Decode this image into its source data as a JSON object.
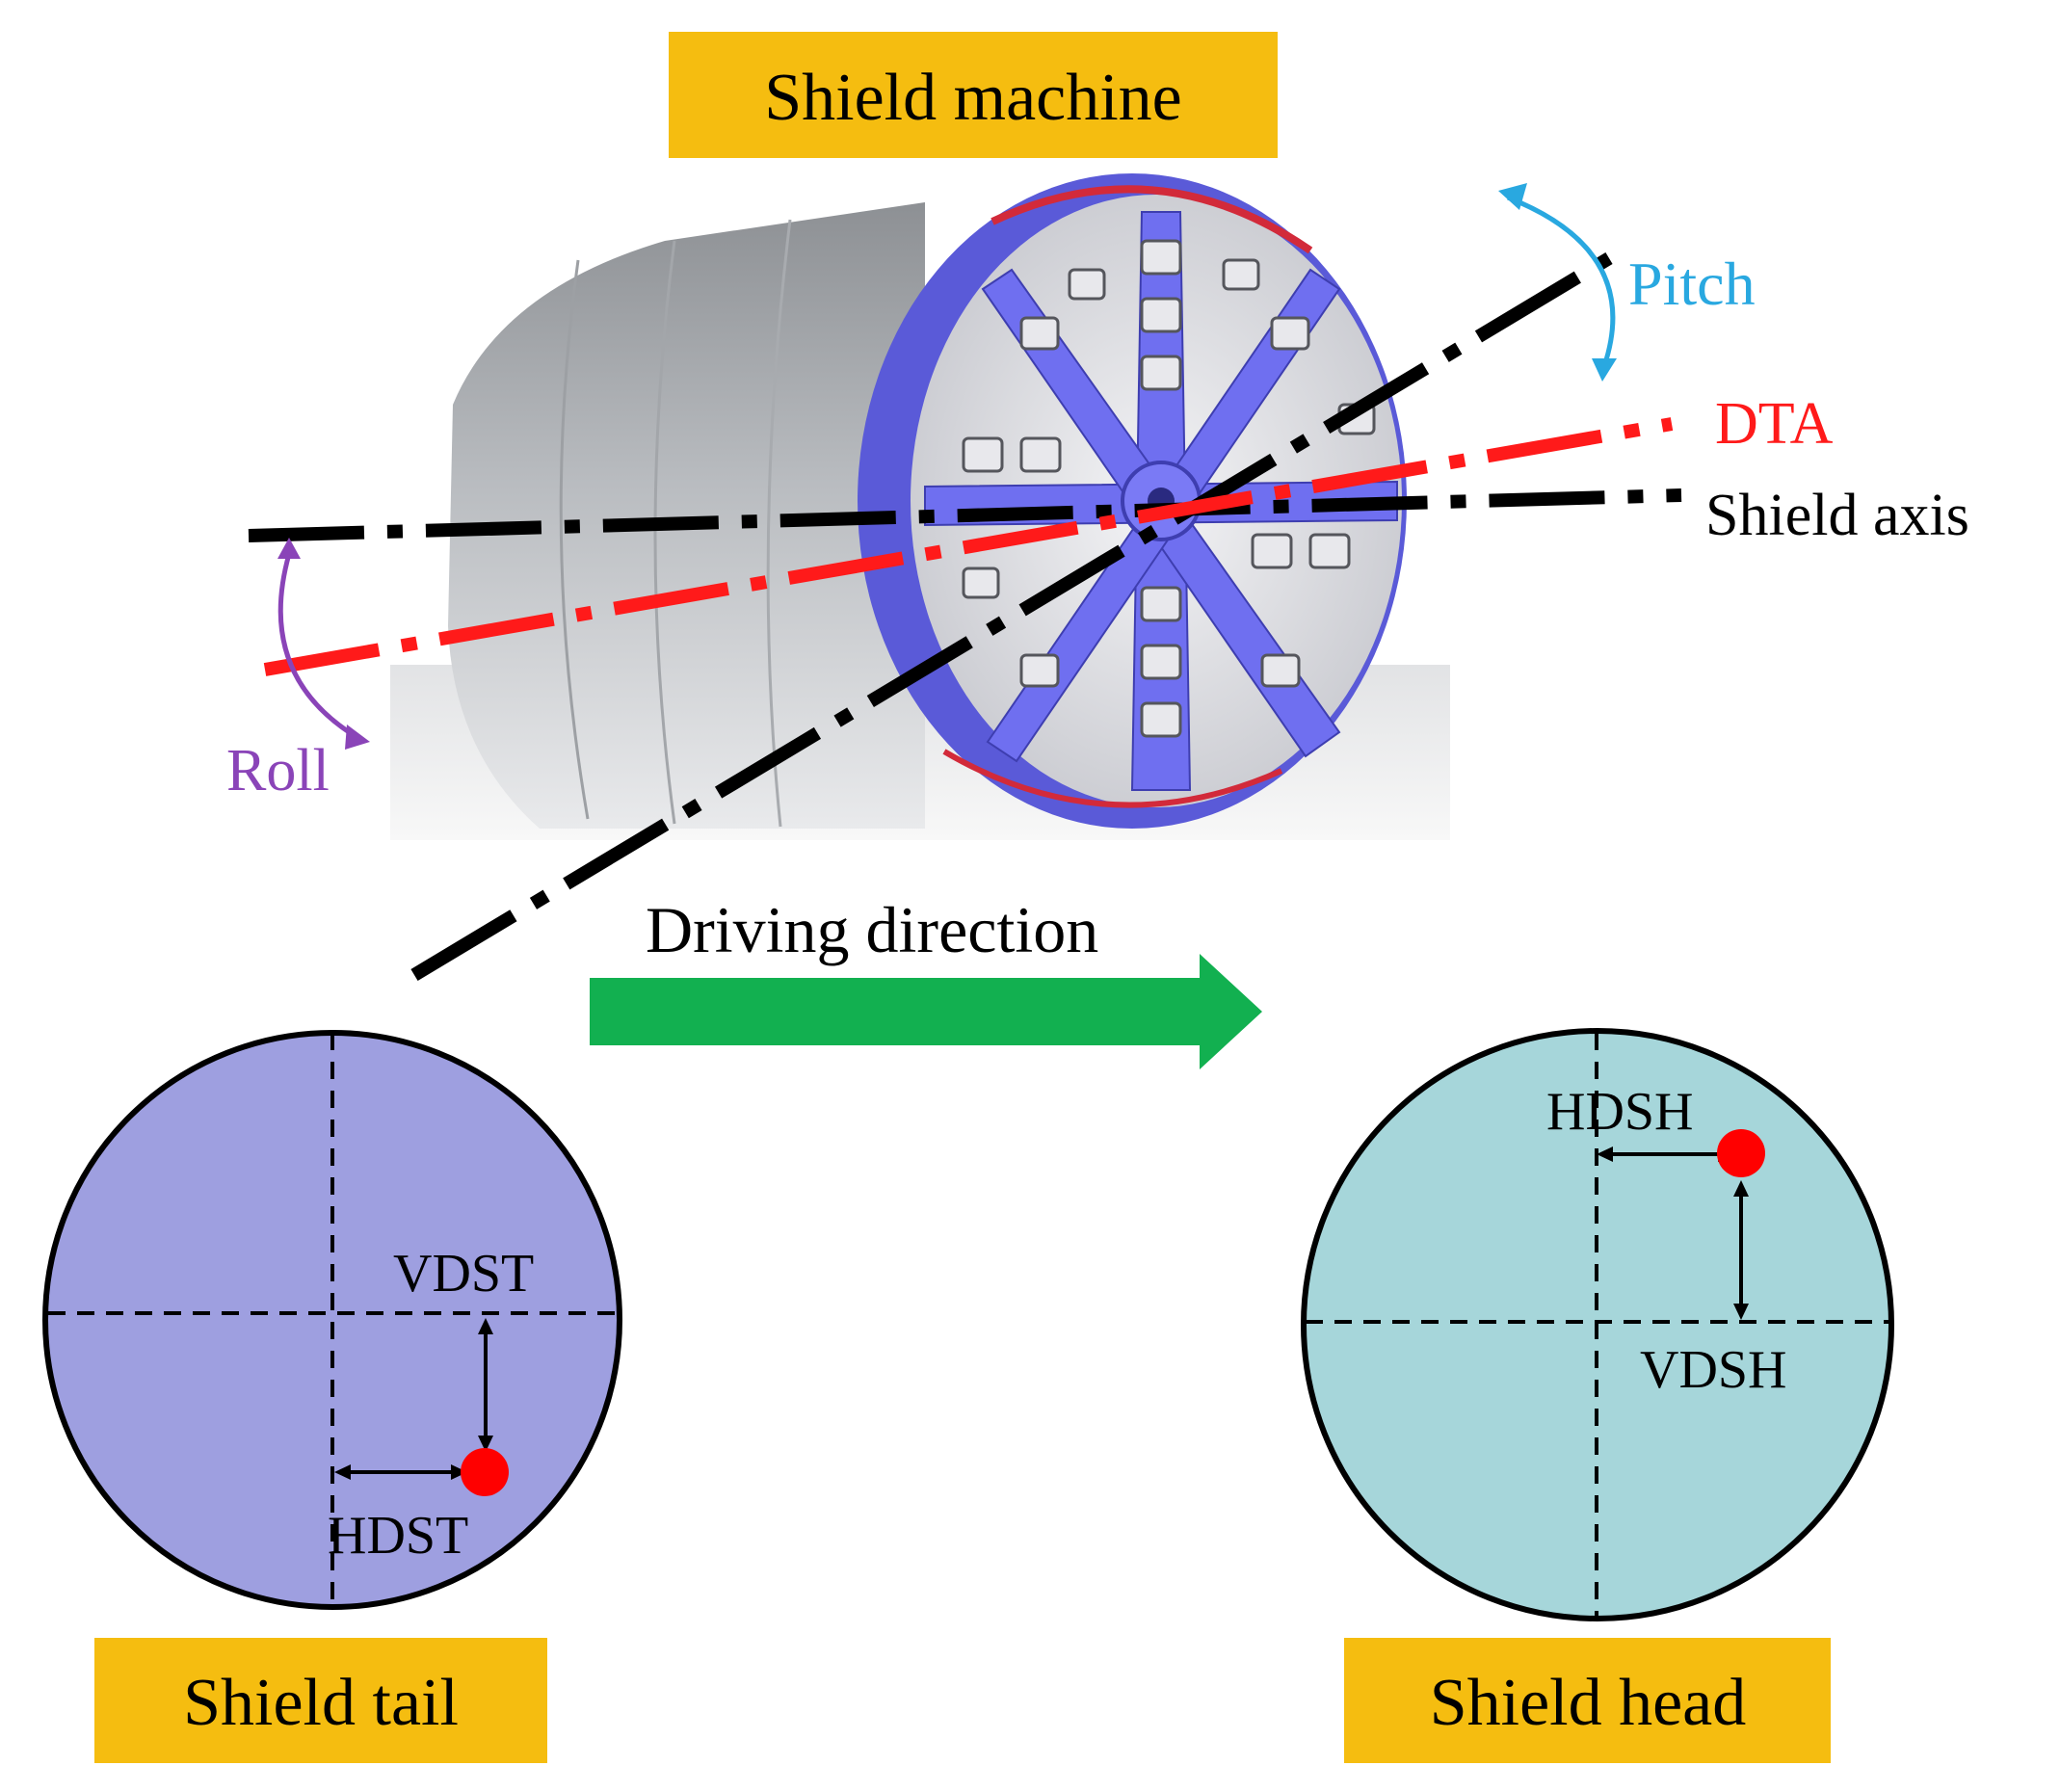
{
  "title_box": {
    "text": "Shield machine"
  },
  "labels": {
    "pitch": "Pitch",
    "dta": "DTA",
    "shield_axis": "Shield axis",
    "roll": "Roll",
    "driving_direction": "Driving direction"
  },
  "tail": {
    "caption": "Shield tail",
    "vertical_label": "VDST",
    "horizontal_label": "HDST"
  },
  "head": {
    "caption": "Shield head",
    "vertical_label": "VDSH",
    "horizontal_label": "HDSH"
  },
  "colors": {
    "caption_box": "#f5bd10",
    "tail_fill": "#9e9fe0",
    "head_fill": "#a6d6da",
    "dta_line": "#ff1a1a",
    "axis_line": "#000000",
    "pitch": "#29a8e0",
    "roll": "#8a44b8",
    "arrow": "#12b050",
    "point": "#ff0000",
    "cutter_blue": "#6f6ff0"
  },
  "icons": {
    "shield_machine": "tunnel-boring-machine-icon",
    "driving_arrow": "arrow-right-icon"
  }
}
